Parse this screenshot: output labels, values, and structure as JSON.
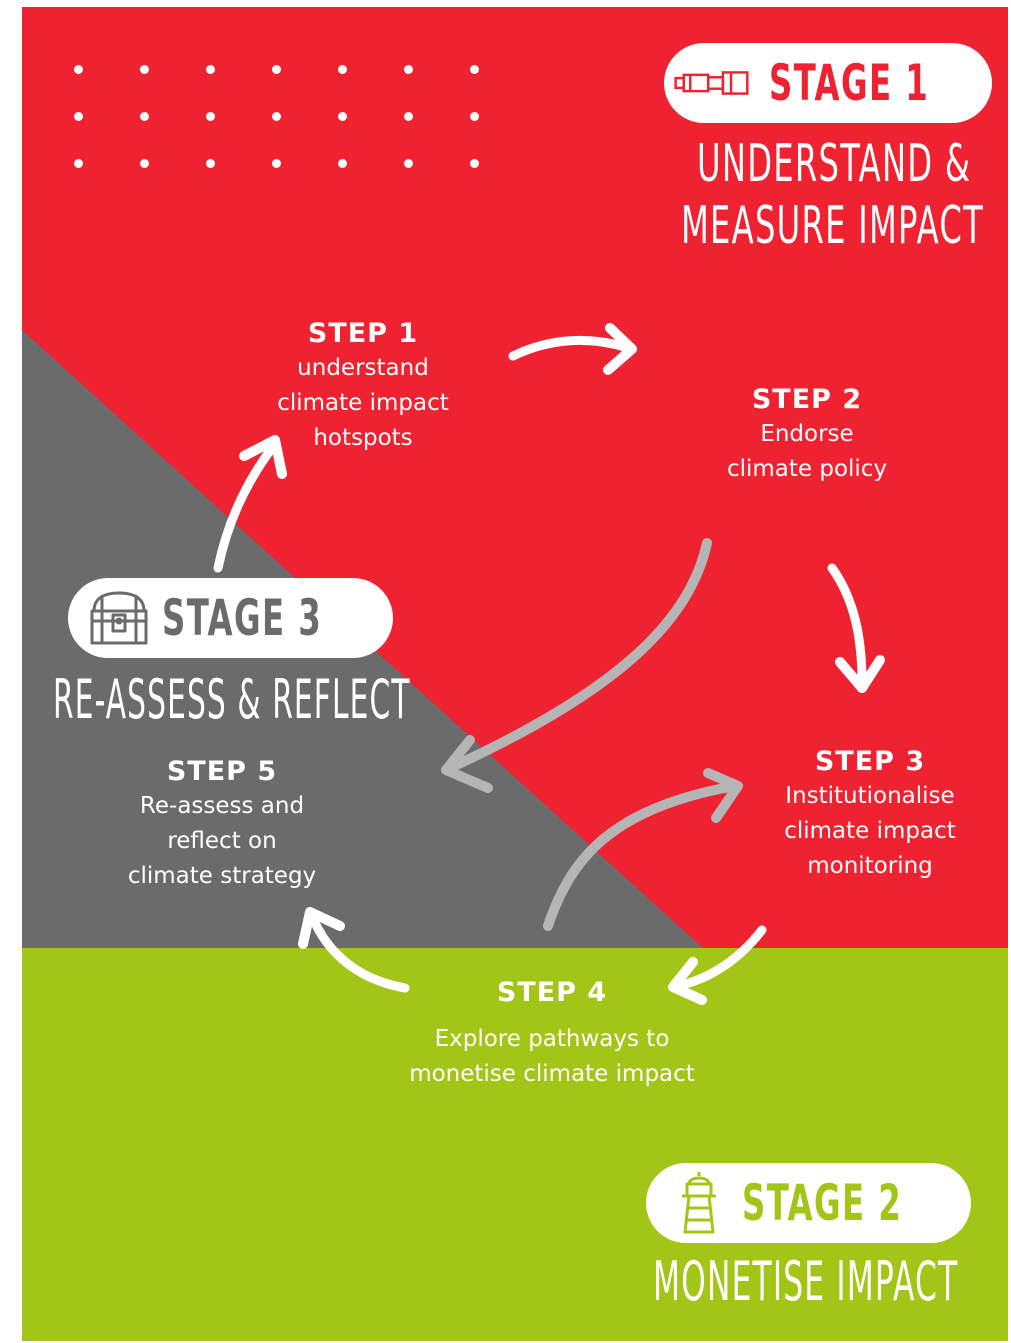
{
  "colors": {
    "red": "#ef2231",
    "gray": "#6b6b6b",
    "green": "#a2c517",
    "white": "#ffffff"
  },
  "stages": [
    {
      "label": "STAGE 1",
      "title_lines": [
        "UNDERSTAND &",
        "MEASURE IMPACT"
      ],
      "icon": "telescope-icon"
    },
    {
      "label": "STAGE 2",
      "title_lines": [
        "MONETISE IMPACT"
      ],
      "icon": "lighthouse-icon"
    },
    {
      "label": "STAGE 3",
      "title_lines": [
        "RE-ASSESS & REFLECT"
      ],
      "icon": "treasure-chest-icon"
    }
  ],
  "steps": [
    {
      "title": "STEP 1",
      "desc": [
        "understand",
        "climate impact",
        "hotspots"
      ]
    },
    {
      "title": "STEP 2",
      "desc": [
        "Endorse",
        "climate policy"
      ]
    },
    {
      "title": "STEP 3",
      "desc": [
        "Institutionalise",
        "climate impact",
        "monitoring"
      ]
    },
    {
      "title": "STEP 4",
      "desc": [
        "Explore pathways to",
        "monetise climate impact"
      ]
    },
    {
      "title": "STEP 5",
      "desc": [
        "Re-assess and",
        "reflect on",
        "climate strategy"
      ]
    }
  ]
}
